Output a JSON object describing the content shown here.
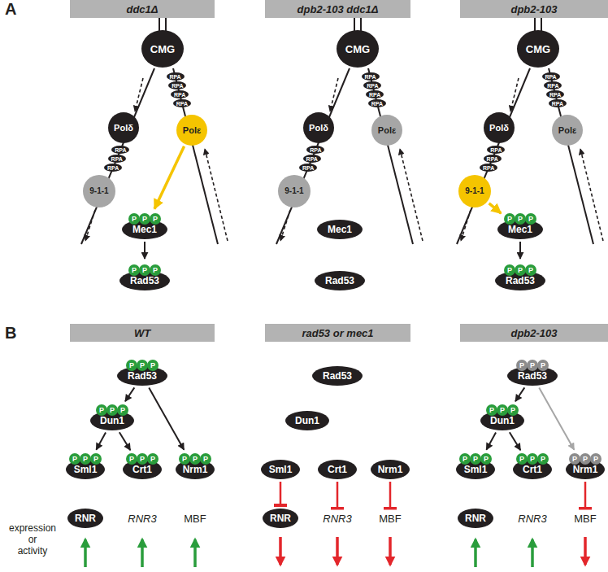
{
  "diagram": {
    "nodes": [
      {
        "text": [
          "ddc1Δ"
        ]
      },
      {
        "text": [
          "CMG"
        ]
      },
      {
        "text": [
          "RPA"
        ]
      },
      {
        "text": [
          "RPA"
        ]
      },
      {
        "text": [
          "RPA"
        ]
      },
      {
        "text": [
          "RPA"
        ]
      },
      {
        "text": [
          "Polδ"
        ]
      },
      {
        "text": [
          "RPA"
        ]
      },
      {
        "text": [
          "RPA"
        ]
      },
      {
        "text": [
          "RPA"
        ]
      },
      {
        "text": [
          "9-1-1"
        ]
      },
      {
        "text": [
          "Polε"
        ]
      },
      {
        "text": [
          "Mec1"
        ]
      },
      {
        "text": [
          "P"
        ]
      },
      {
        "text": [
          "P"
        ]
      },
      {
        "text": [
          "P"
        ]
      },
      {
        "text": [
          "Rad53"
        ]
      },
      {
        "text": [
          "P"
        ]
      },
      {
        "text": [
          "P"
        ]
      },
      {
        "text": [
          "P"
        ]
      },
      {
        "text": [
          "dpb2-103 ddc1Δ"
        ]
      },
      {
        "text": [
          "CMG"
        ]
      },
      {
        "text": [
          "RPA"
        ]
      },
      {
        "text": [
          "RPA"
        ]
      },
      {
        "text": [
          "RPA"
        ]
      },
      {
        "text": [
          "RPA"
        ]
      },
      {
        "text": [
          "Polδ"
        ]
      },
      {
        "text": [
          "RPA"
        ]
      },
      {
        "text": [
          "RPA"
        ]
      },
      {
        "text": [
          "RPA"
        ]
      },
      {
        "text": [
          "9-1-1"
        ]
      },
      {
        "text": [
          "Polε"
        ]
      },
      {
        "text": [
          "Mec1"
        ]
      },
      {
        "text": [
          "Rad53"
        ]
      },
      {
        "text": [
          "dpb2-103"
        ]
      },
      {
        "text": [
          "CMG"
        ]
      },
      {
        "text": [
          "RPA"
        ]
      },
      {
        "text": [
          "RPA"
        ]
      },
      {
        "text": [
          "RPA"
        ]
      },
      {
        "text": [
          "RPA"
        ]
      },
      {
        "text": [
          "Polδ"
        ]
      },
      {
        "text": [
          "RPA"
        ]
      },
      {
        "text": [
          "RPA"
        ]
      },
      {
        "text": [
          "RPA"
        ]
      },
      {
        "text": [
          "9-1-1"
        ]
      },
      {
        "text": [
          "Polε"
        ]
      },
      {
        "text": [
          "Mec1"
        ]
      },
      {
        "text": [
          "P"
        ]
      },
      {
        "text": [
          "P"
        ]
      },
      {
        "text": [
          "P"
        ]
      },
      {
        "text": [
          "Rad53"
        ]
      },
      {
        "text": [
          "P"
        ]
      },
      {
        "text": [
          "P"
        ]
      },
      {
        "text": [
          "P"
        ]
      },
      {
        "text": [
          "WT"
        ]
      },
      {
        "text": [
          "Rad53"
        ]
      },
      {
        "text": [
          "P"
        ]
      },
      {
        "text": [
          "P"
        ]
      },
      {
        "text": [
          "P"
        ]
      },
      {
        "text": [
          "Dun1"
        ]
      },
      {
        "text": [
          "P"
        ]
      },
      {
        "text": [
          "P"
        ]
      },
      {
        "text": [
          "P"
        ]
      },
      {
        "text": [
          "Sml1"
        ]
      },
      {
        "text": [
          "P"
        ]
      },
      {
        "text": [
          "P"
        ]
      },
      {
        "text": [
          "P"
        ]
      },
      {
        "text": [
          "Crt1"
        ]
      },
      {
        "text": [
          "P"
        ]
      },
      {
        "text": [
          "P"
        ]
      },
      {
        "text": [
          "P"
        ]
      },
      {
        "text": [
          "Nrm1"
        ]
      },
      {
        "text": [
          "P"
        ]
      },
      {
        "text": [
          "P"
        ]
      },
      {
        "text": [
          "P"
        ]
      },
      {
        "text": [
          "RNR"
        ]
      },
      {
        "text": [
          "RNR3"
        ]
      },
      {
        "text": [
          "MBF"
        ]
      },
      {
        "text": [
          "rad53 or mec1"
        ]
      },
      {
        "text": [
          "Rad53"
        ]
      },
      {
        "text": [
          "Dun1"
        ]
      },
      {
        "text": [
          "Sml1"
        ]
      },
      {
        "text": [
          "Crt1"
        ]
      },
      {
        "text": [
          "Nrm1"
        ]
      },
      {
        "text": [
          "RNR"
        ]
      },
      {
        "text": [
          "RNR3"
        ]
      },
      {
        "text": [
          "MBF"
        ]
      },
      {
        "text": [
          "dpb2-103"
        ]
      },
      {
        "text": [
          "Rad53"
        ]
      },
      {
        "text": [
          "P"
        ]
      },
      {
        "text": [
          "P"
        ]
      },
      {
        "text": [
          "P"
        ]
      },
      {
        "text": [
          "Dun1"
        ]
      },
      {
        "text": [
          "P"
        ]
      },
      {
        "text": [
          "P"
        ]
      },
      {
        "text": [
          "P"
        ]
      },
      {
        "text": [
          "Sml1"
        ]
      },
      {
        "text": [
          "P"
        ]
      },
      {
        "text": [
          "P"
        ]
      },
      {
        "text": [
          "P"
        ]
      },
      {
        "text": [
          "Crt1"
        ]
      },
      {
        "text": [
          "P"
        ]
      },
      {
        "text": [
          "P"
        ]
      },
      {
        "text": [
          "P"
        ]
      },
      {
        "text": [
          "Nrm1"
        ]
      },
      {
        "text": [
          "P"
        ]
      },
      {
        "text": [
          "P"
        ]
      },
      {
        "text": [
          "P"
        ]
      },
      {
        "text": [
          "RNR"
        ]
      },
      {
        "text": [
          "RNR3"
        ]
      },
      {
        "text": [
          "MBF"
        ]
      }
    ],
    "edges": [
      {
        "from": 11,
        "to": 12,
        "arrow": "to"
      },
      {
        "from": 12,
        "to": 16,
        "arrow": "to"
      },
      {
        "from": 44,
        "to": 46,
        "arrow": "to"
      },
      {
        "from": 46,
        "to": 50,
        "arrow": "to"
      },
      {
        "from": 55,
        "to": 59,
        "arrow": "to"
      },
      {
        "from": 55,
        "to": 71,
        "arrow": "to"
      },
      {
        "from": 59,
        "to": 63,
        "arrow": "to"
      },
      {
        "from": 59,
        "to": 67,
        "arrow": "to"
      },
      {
        "from": 81,
        "to": 84,
        "arrow": "to"
      },
      {
        "from": 82,
        "to": 85,
        "arrow": "to"
      },
      {
        "from": 83,
        "to": 86,
        "arrow": "to"
      },
      {
        "from": 88,
        "to": 92,
        "arrow": "to"
      },
      {
        "from": 88,
        "to": 104,
        "arrow": "to"
      },
      {
        "from": 92,
        "to": 96,
        "arrow": "to"
      },
      {
        "from": 92,
        "to": 100,
        "arrow": "to"
      },
      {
        "from": 104,
        "to": 110,
        "arrow": "to"
      }
    ],
    "labels": [
      "A",
      "B",
      "expression or activity"
    ]
  }
}
